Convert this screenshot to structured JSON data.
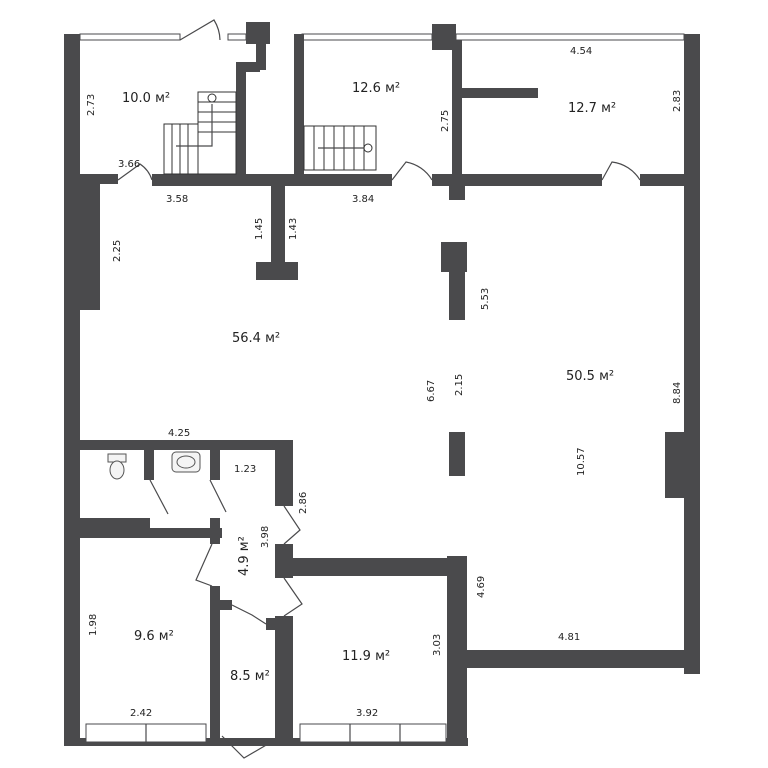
{
  "floor_plan": {
    "rooms": [
      {
        "id": "stair-room-left",
        "area": "10.0 м²"
      },
      {
        "id": "stair-room-middle",
        "area": "12.6 м²"
      },
      {
        "id": "office-top-right",
        "area": "12.7 м²"
      },
      {
        "id": "hall-left",
        "area": "56.4 м²"
      },
      {
        "id": "hall-right",
        "area": "50.5 м²"
      },
      {
        "id": "corridor-small",
        "area": "4.9 м²"
      },
      {
        "id": "room-bottom-left",
        "area": "9.6 м²"
      },
      {
        "id": "vestibule",
        "area": "8.5 м²"
      },
      {
        "id": "room-bottom-middle",
        "area": "11.9 м²"
      }
    ],
    "dimensions": {
      "top_right_width": "4.54",
      "left_room_height": "2.73",
      "door_width_left": "3.66",
      "middle_room_height": "2.75",
      "right_room_height": "2.83",
      "left_wall_len": "3.58",
      "middle_wall_len": "3.84",
      "pillar_a": "1.45",
      "pillar_b": "1.43",
      "left_wall_short": "2.25",
      "partition_upper": "5.53",
      "partition_total": "6.67",
      "partition_gap": "2.15",
      "right_hall_height": "8.84",
      "wc_width": "4.25",
      "wc_small": "1.23",
      "corridor_wall": "2.86",
      "corridor_len": "3.98",
      "right_hall_depth": "10.57",
      "step_wall": "4.69",
      "bottom_wall_right": "4.81",
      "bottom_middle_height": "3.03",
      "bottom_left_height": "1.98",
      "bottom_left_width": "2.42",
      "bottom_middle_width": "3.92"
    }
  }
}
